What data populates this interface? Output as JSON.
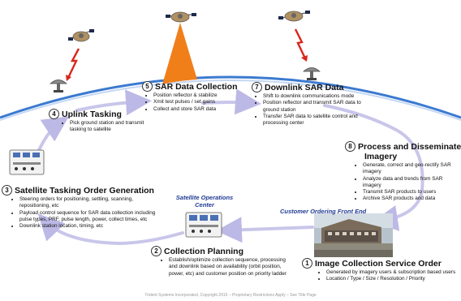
{
  "steps": {
    "s1": {
      "num": "1",
      "title": "Image Collection Service Order",
      "bullets": [
        "Generated by imagery users & subscription based users",
        "Location / Type / Size / Resolution / Priority"
      ]
    },
    "s2": {
      "num": "2",
      "title": "Collection Planning",
      "bullets": [
        "Establish/optimize collection sequence, processing and downlink based on availability (orbit position, power, etc) and customer position on priority ladder"
      ]
    },
    "s3": {
      "num": "3",
      "title": "Satellite Tasking Order Generation",
      "bullets": [
        "Steering orders for positioning, settling, scanning, repositioning, etc",
        "Payload control sequence for SAR data collection including pulse types, PRF, pulse length, power, collect times, etc",
        "Downlink station location, timing, etc"
      ]
    },
    "s4": {
      "num": "4",
      "title": "Uplink Tasking",
      "bullets": [
        "Pick ground station and transmit tasking to satellite"
      ]
    },
    "s5": {
      "num": "5",
      "title": "SAR Data Collection",
      "bullets": [
        "Position reflector & stabilize",
        "Xmit test pulses / set gains",
        "Collect and store SAR data"
      ]
    },
    "s7": {
      "num": "7",
      "title": "Downlink SAR Data",
      "bullets": [
        "Shift to downlink communications mode",
        "Position reflector and transmit SAR data to ground station",
        "Transfer SAR data to satellite control and processing center"
      ]
    },
    "s8": {
      "num": "8",
      "title_line1": "Process and Disseminate SAR",
      "title_line2": "Imagery",
      "bullets": [
        "Generate, correct and geo-rectify SAR imagery",
        "Analyze data and trends from SAR imagery",
        "Transmit SAR products to users",
        "Archive SAR products and data"
      ]
    }
  },
  "labels": {
    "ops_center_line1": "Satellite Operations",
    "ops_center_line2": "Center",
    "customer_front_end": "Customer Ordering Front End"
  },
  "footer": "Trident Systems Incorporated, Copyright 2015 – Proprietary Restrictions Apply – See Title Page",
  "colors": {
    "earth_arc": "#3b7ad0",
    "flow_arrow": "#c9c6ea",
    "uplink_bolt": "#d9261c",
    "sar_beam": "#f07f1a",
    "label_blue": "#1f3a93"
  },
  "icons": [
    "satellite-icon",
    "ground-antenna-icon",
    "operations-center-icon",
    "building-photo"
  ]
}
